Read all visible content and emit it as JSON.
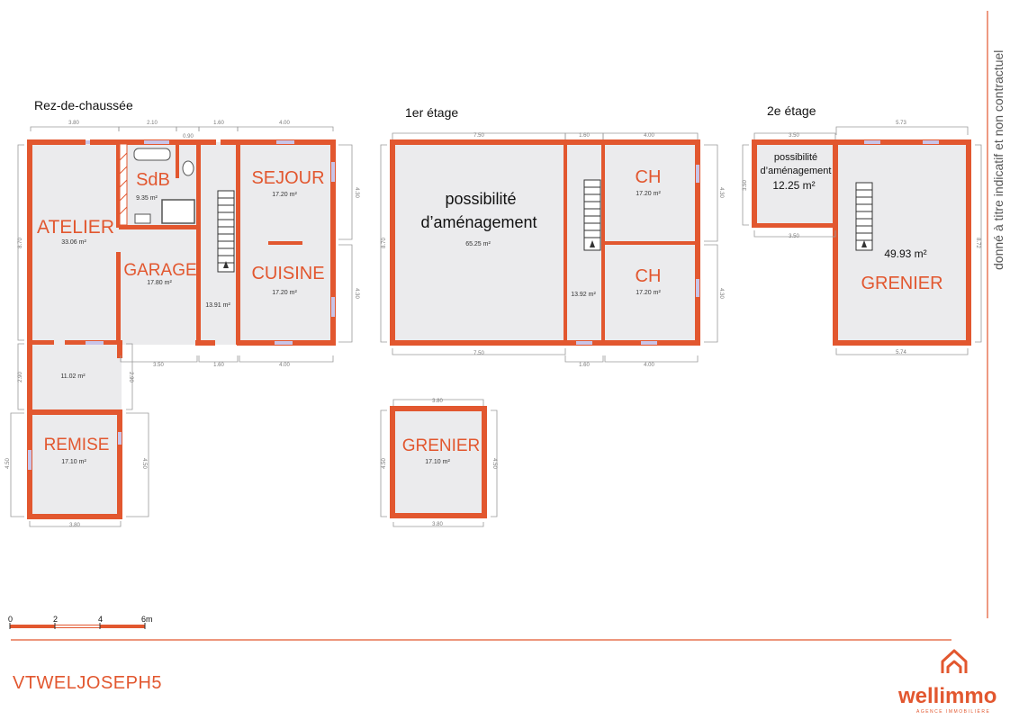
{
  "floors": {
    "ground": "Rez-de-chaussée",
    "first": "1er étage",
    "second": "2e étage"
  },
  "rooms": {
    "atelier": {
      "name": "ATELIER",
      "area": "33.06 m²"
    },
    "sdb": {
      "name": "SdB",
      "area": "9.35 m²"
    },
    "garage": {
      "name": "GARAGE",
      "area": "17.80 m²"
    },
    "hall_ground": {
      "area": "13.91 m²"
    },
    "sejour": {
      "name": "SEJOUR",
      "area": "17.20 m²"
    },
    "cuisine": {
      "name": "CUISINE",
      "area": "17.20 m²"
    },
    "passage": {
      "area": "11.02 m²"
    },
    "remise": {
      "name": "REMISE",
      "area": "17.10 m²"
    },
    "amenagement_first": {
      "name_line1": "possibilité",
      "name_line2": "d’aménagement",
      "area": "65.25 m²"
    },
    "ch1": {
      "name": "CH",
      "area": "17.20 m²"
    },
    "ch2": {
      "name": "CH",
      "area": "17.20 m²"
    },
    "hall_first": {
      "area": "13.92 m²"
    },
    "grenier_small": {
      "name": "GRENIER",
      "area": "17.10 m²"
    },
    "amenagement_second": {
      "name_line1": "possibilité",
      "name_line2": "d’aménagement",
      "area": "12.25 m²"
    },
    "grenier_second": {
      "name": "GRENIER",
      "area": "49.93 m²"
    }
  },
  "dimensions": {
    "g_top_atelier": "3.80",
    "g_top_sdb": "2.10",
    "g_top_wc": "0.90",
    "g_top_hall": "1.60",
    "g_top_sejour": "4.00",
    "g_right_sejour": "4.30",
    "g_right_cuisine": "4.30",
    "g_left_atelier": "8.70",
    "g_bot_garage": "3.50",
    "g_bot_hall": "1.60",
    "g_bot_cuisine": "4.00",
    "g_left_passage": "2.90",
    "g_right_passage": "2.90",
    "g_left_remise": "4.50",
    "g_right_remise": "4.50",
    "g_bot_remise": "3.80",
    "f_top_amen": "7.50",
    "f_top_hall": "1.60",
    "f_top_ch": "4.00",
    "f_left": "8.70",
    "f_right_ch1": "4.30",
    "f_right_ch2": "4.30",
    "f_bot_amen": "7.50",
    "f_bot_hall": "1.60",
    "f_bot_ch": "4.00",
    "gr_top": "3.80",
    "gr_left": "4.50",
    "gr_right": "4.50",
    "gr_bot": "3.80",
    "s_top_amen": "3.50",
    "s_left_amen": "3.50",
    "s_bot_amen": "3.50",
    "s_top_grenier": "5.73",
    "s_right_grenier": "8.72",
    "s_bot_grenier": "5.74"
  },
  "scale": {
    "t0": "0",
    "t2": "2",
    "t4": "4",
    "t6": "6m"
  },
  "reference": "VTWELJOSEPH5",
  "disclaimer": "donné à titre indicatif et non contractuel",
  "brand": {
    "name": "wellimmo",
    "tagline": "AGENCE IMMOBILIÈRE"
  },
  "colors": {
    "wall": "#e2572f",
    "room": "#ebebed",
    "window": "#c8c4e8"
  }
}
